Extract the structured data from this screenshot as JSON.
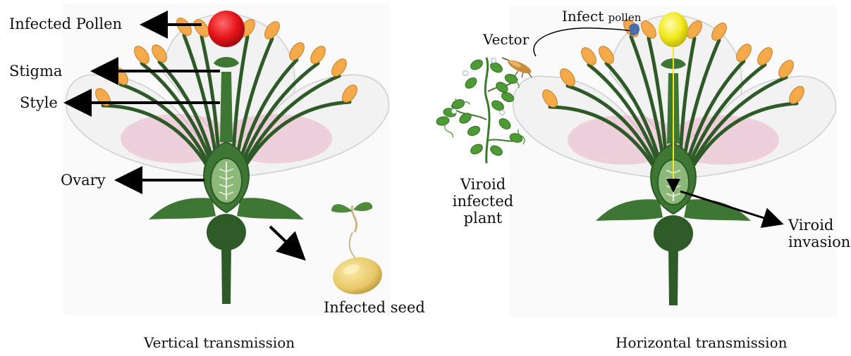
{
  "labels": {
    "infected_pollen": "Infected Pollen",
    "stigma": "Stigma",
    "style": "Style",
    "ovary": "Ovary",
    "infected_seed": "Infected seed",
    "vertical_transmission": "Vertical transmission",
    "infect": "Infect",
    "pollen": "pollen",
    "vector": "Vector",
    "viroid_infected_plant": [
      "Viroid",
      "infected",
      "plant"
    ],
    "viroid_invasion": [
      "Viroid",
      "invasion"
    ],
    "horizontal_transmission": "Horizontal transmission"
  },
  "colors": {
    "infected_pollen": "#e8151b",
    "healthy_pollen": "#f2ea1e",
    "stem_dark": "#2d5a27",
    "stem_mid": "#3e7634",
    "ovary_light": "#8cb87a",
    "anther": "#f4a94a",
    "petal": "#f2f2f2",
    "petal_pink": "#e9a3c2",
    "seed": "#e8c768",
    "vector_bug": "#c98c3a",
    "insect_blue": "#4a6aa8"
  }
}
